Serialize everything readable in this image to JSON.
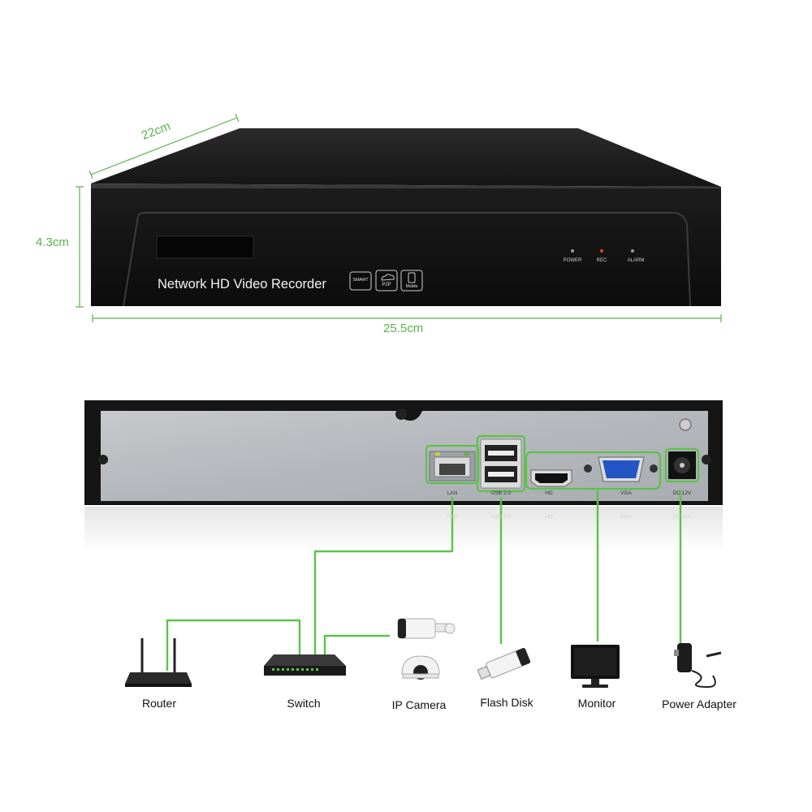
{
  "dimensions": {
    "depth": "22cm",
    "height": "4.3cm",
    "width": "25.5cm"
  },
  "front_panel": {
    "title": "Network HD Video Recorder",
    "badges": [
      "SMART",
      "P2P",
      "Mobile"
    ],
    "leds": [
      {
        "label": "POWER",
        "color": "#9a9a9a"
      },
      {
        "label": "REC",
        "color": "#d23a2a"
      },
      {
        "label": "ALARM",
        "color": "#9a9a9a"
      }
    ]
  },
  "rear_panel": {
    "ports": [
      {
        "label": "LAN"
      },
      {
        "label": "USB 2.0"
      },
      {
        "label": "HD"
      },
      {
        "label": "VGA"
      },
      {
        "label": "DC 12V"
      }
    ]
  },
  "connections": {
    "accent_color": "#5cc24a",
    "devices": [
      {
        "label": "Router",
        "icon": "router-icon"
      },
      {
        "label": "Switch",
        "icon": "switch-icon"
      },
      {
        "label": "IP Camera",
        "icon": "ip-camera-icon"
      },
      {
        "label": "Flash Disk",
        "icon": "flash-disk-icon"
      },
      {
        "label": "Monitor",
        "icon": "monitor-icon"
      },
      {
        "label": "Power Adapter",
        "icon": "power-adapter-icon"
      }
    ]
  }
}
